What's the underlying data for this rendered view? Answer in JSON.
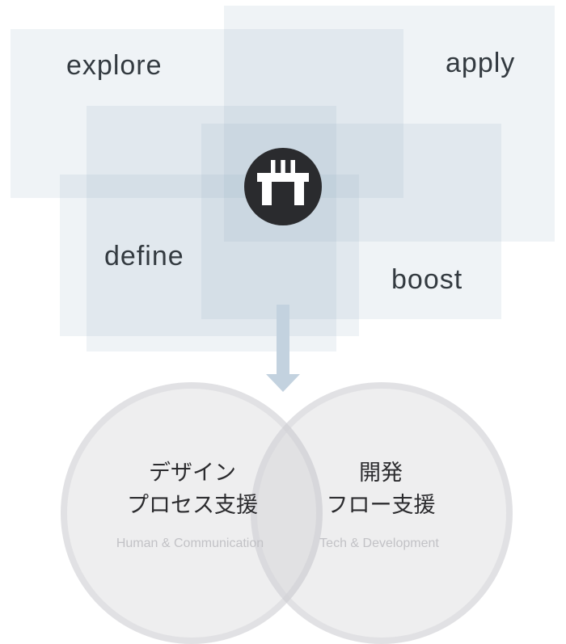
{
  "stages": {
    "explore": "explore",
    "apply": "apply",
    "define": "define",
    "boost": "boost"
  },
  "logo": {
    "icon": "gate-logo-icon",
    "color": "#2a2b2e"
  },
  "arrow": {
    "icon": "arrow-down-icon",
    "color": "#c3d2df"
  },
  "support": {
    "design": {
      "line1": "デザイン",
      "line2": "プロセス支援",
      "subtitle": "Human & Communication"
    },
    "development": {
      "line1": "開発",
      "line2": "フロー支援",
      "subtitle": "Tech & Development"
    }
  },
  "colors": {
    "panel": "#94acc4",
    "circle": "#bcbcc0",
    "text": "#333a40"
  }
}
